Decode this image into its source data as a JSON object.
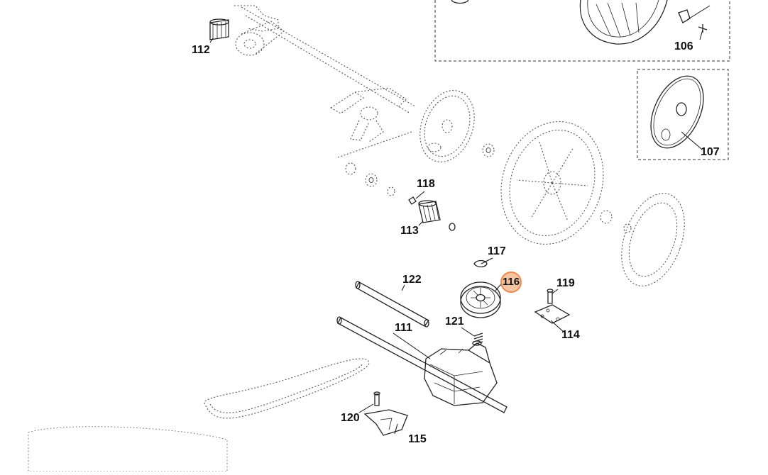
{
  "diagram": {
    "callouts": [
      {
        "id": "106",
        "label": "106",
        "active": false
      },
      {
        "id": "107",
        "label": "107",
        "active": false
      },
      {
        "id": "111",
        "label": "111",
        "active": false
      },
      {
        "id": "112",
        "label": "112",
        "active": false
      },
      {
        "id": "113",
        "label": "113",
        "active": false
      },
      {
        "id": "114",
        "label": "114",
        "active": false
      },
      {
        "id": "115",
        "label": "115",
        "active": false
      },
      {
        "id": "116",
        "label": "116",
        "active": true
      },
      {
        "id": "117",
        "label": "117",
        "active": false
      },
      {
        "id": "118",
        "label": "118",
        "active": false
      },
      {
        "id": "119",
        "label": "119",
        "active": false
      },
      {
        "id": "120",
        "label": "120",
        "active": false
      },
      {
        "id": "121",
        "label": "121",
        "active": false
      },
      {
        "id": "122",
        "label": "122",
        "active": false
      }
    ],
    "colors": {
      "highlight_fill": "#f4c5a3",
      "highlight_border": "#ec8a4f",
      "line": "#222222"
    }
  }
}
